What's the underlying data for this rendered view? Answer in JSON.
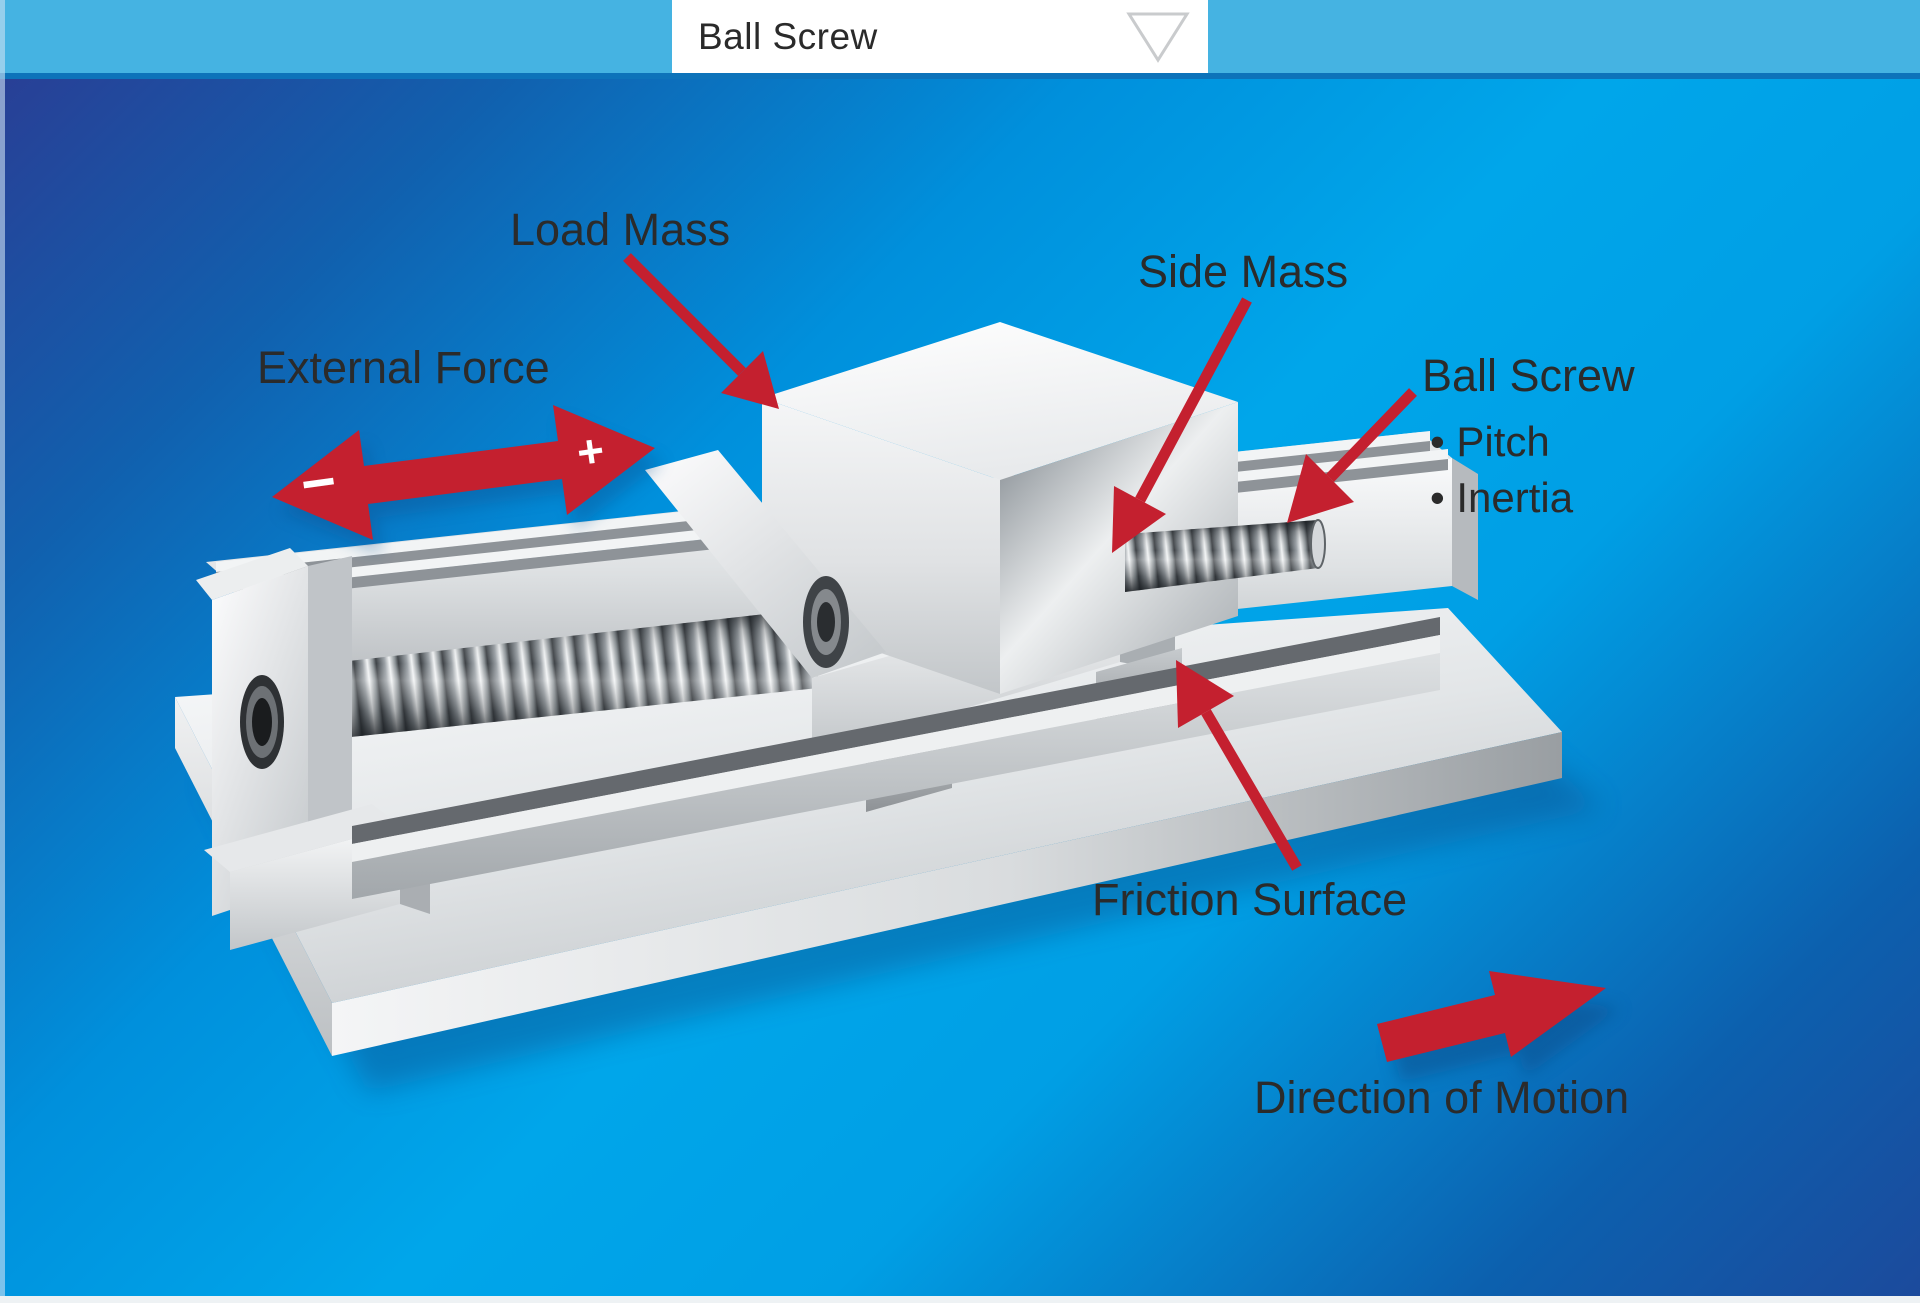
{
  "header": {
    "bar_color": "#45b3e2",
    "underline_color": "#0d73ba",
    "dropdown": {
      "value": "Ball Screw",
      "caret_icon": "triangle-down-icon"
    }
  },
  "diagram": {
    "background": {
      "navy_corner": "#2c3a92",
      "bright_blue": "#00a6ea"
    },
    "arrow_color": "#c4202f",
    "text_color": "#2b2b2b",
    "labels": {
      "external_force": "External Force",
      "load_mass": "Load Mass",
      "side_mass": "Side Mass",
      "ball_screw_title": "Ball Screw",
      "ball_screw_bullets": [
        {
          "bullet": "•",
          "text": "Pitch"
        },
        {
          "bullet": "•",
          "text": "Inertia"
        }
      ],
      "friction_surface": "Friction Surface",
      "direction_of_motion": "Direction of Motion"
    },
    "force_signs": {
      "plus": "+",
      "minus": "−"
    }
  }
}
